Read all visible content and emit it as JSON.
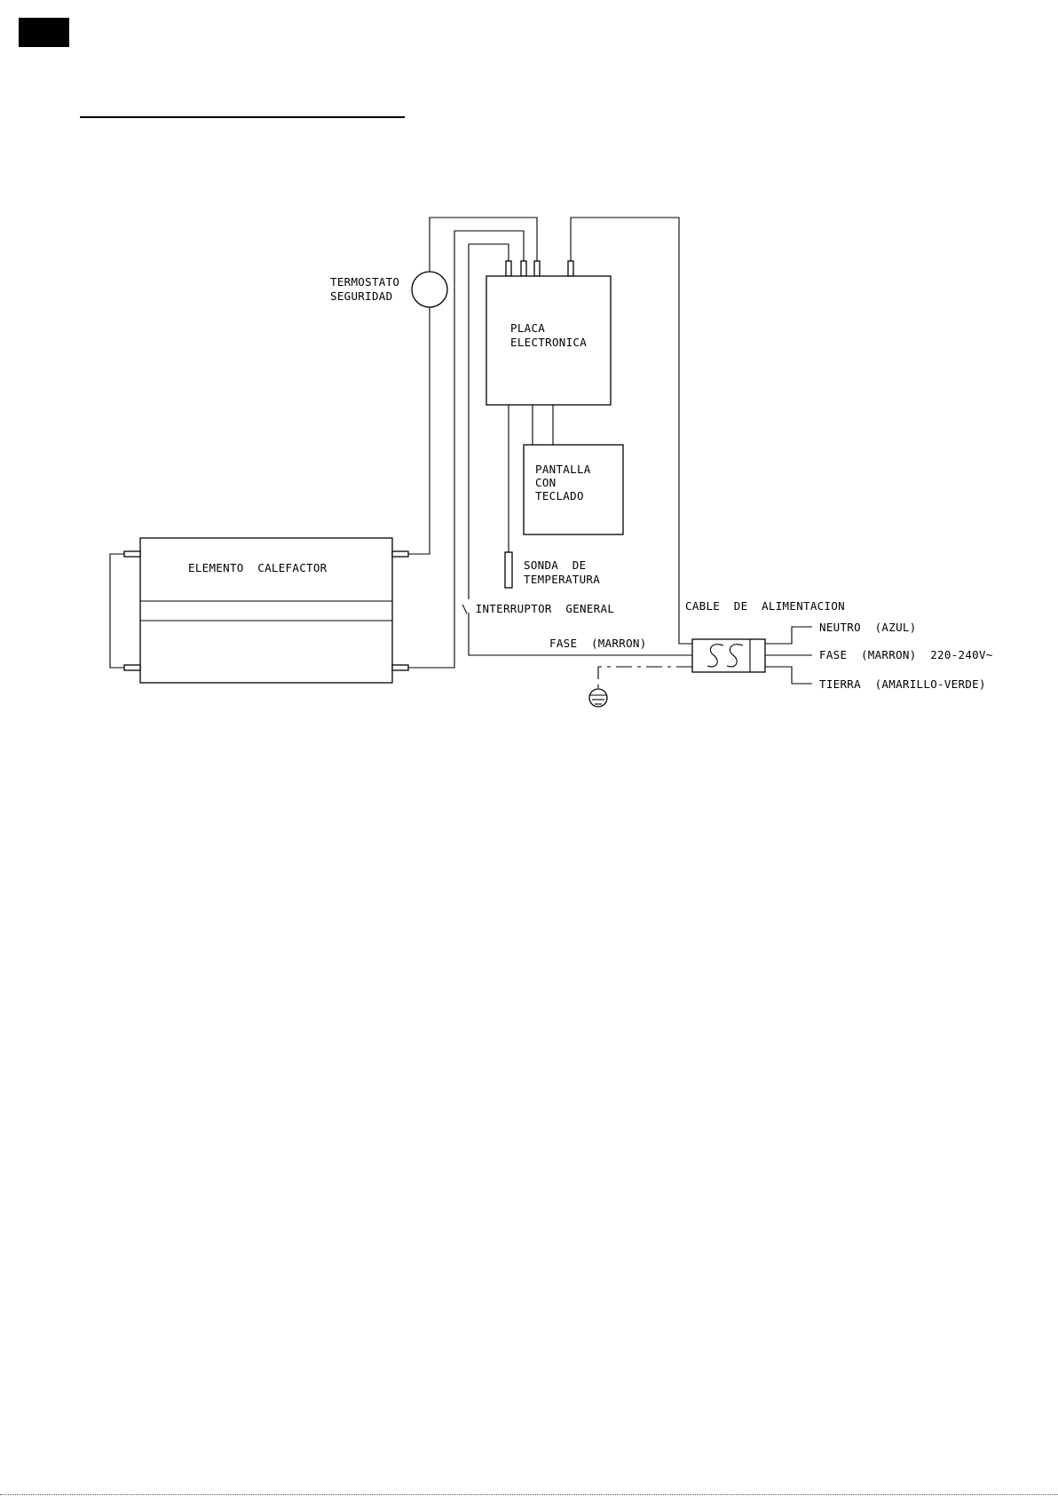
{
  "labels": {
    "termostato": [
      "TERMOSTATO",
      "SEGURIDAD"
    ],
    "placa": [
      "PLACA",
      "ELECTRONICA"
    ],
    "pantalla": [
      "PANTALLA",
      "CON",
      "TECLADO"
    ],
    "elemento": "ELEMENTO  CALEFACTOR",
    "sonda": [
      "SONDA  DE",
      "TEMPERATURA"
    ],
    "interruptor": "\\ INTERRUPTOR  GENERAL",
    "cable": "CABLE  DE  ALIMENTACION",
    "fase_interna": "FASE  (MARRON)",
    "neutro": "NEUTRO  (AZUL)",
    "fase_externa": "FASE  (MARRON)  220-240V~",
    "tierra": "TIERRA  (AMARILLO-VERDE)"
  },
  "icons": {
    "ground": "ground-icon",
    "cable_clamp": "cable-clamp-icon"
  }
}
